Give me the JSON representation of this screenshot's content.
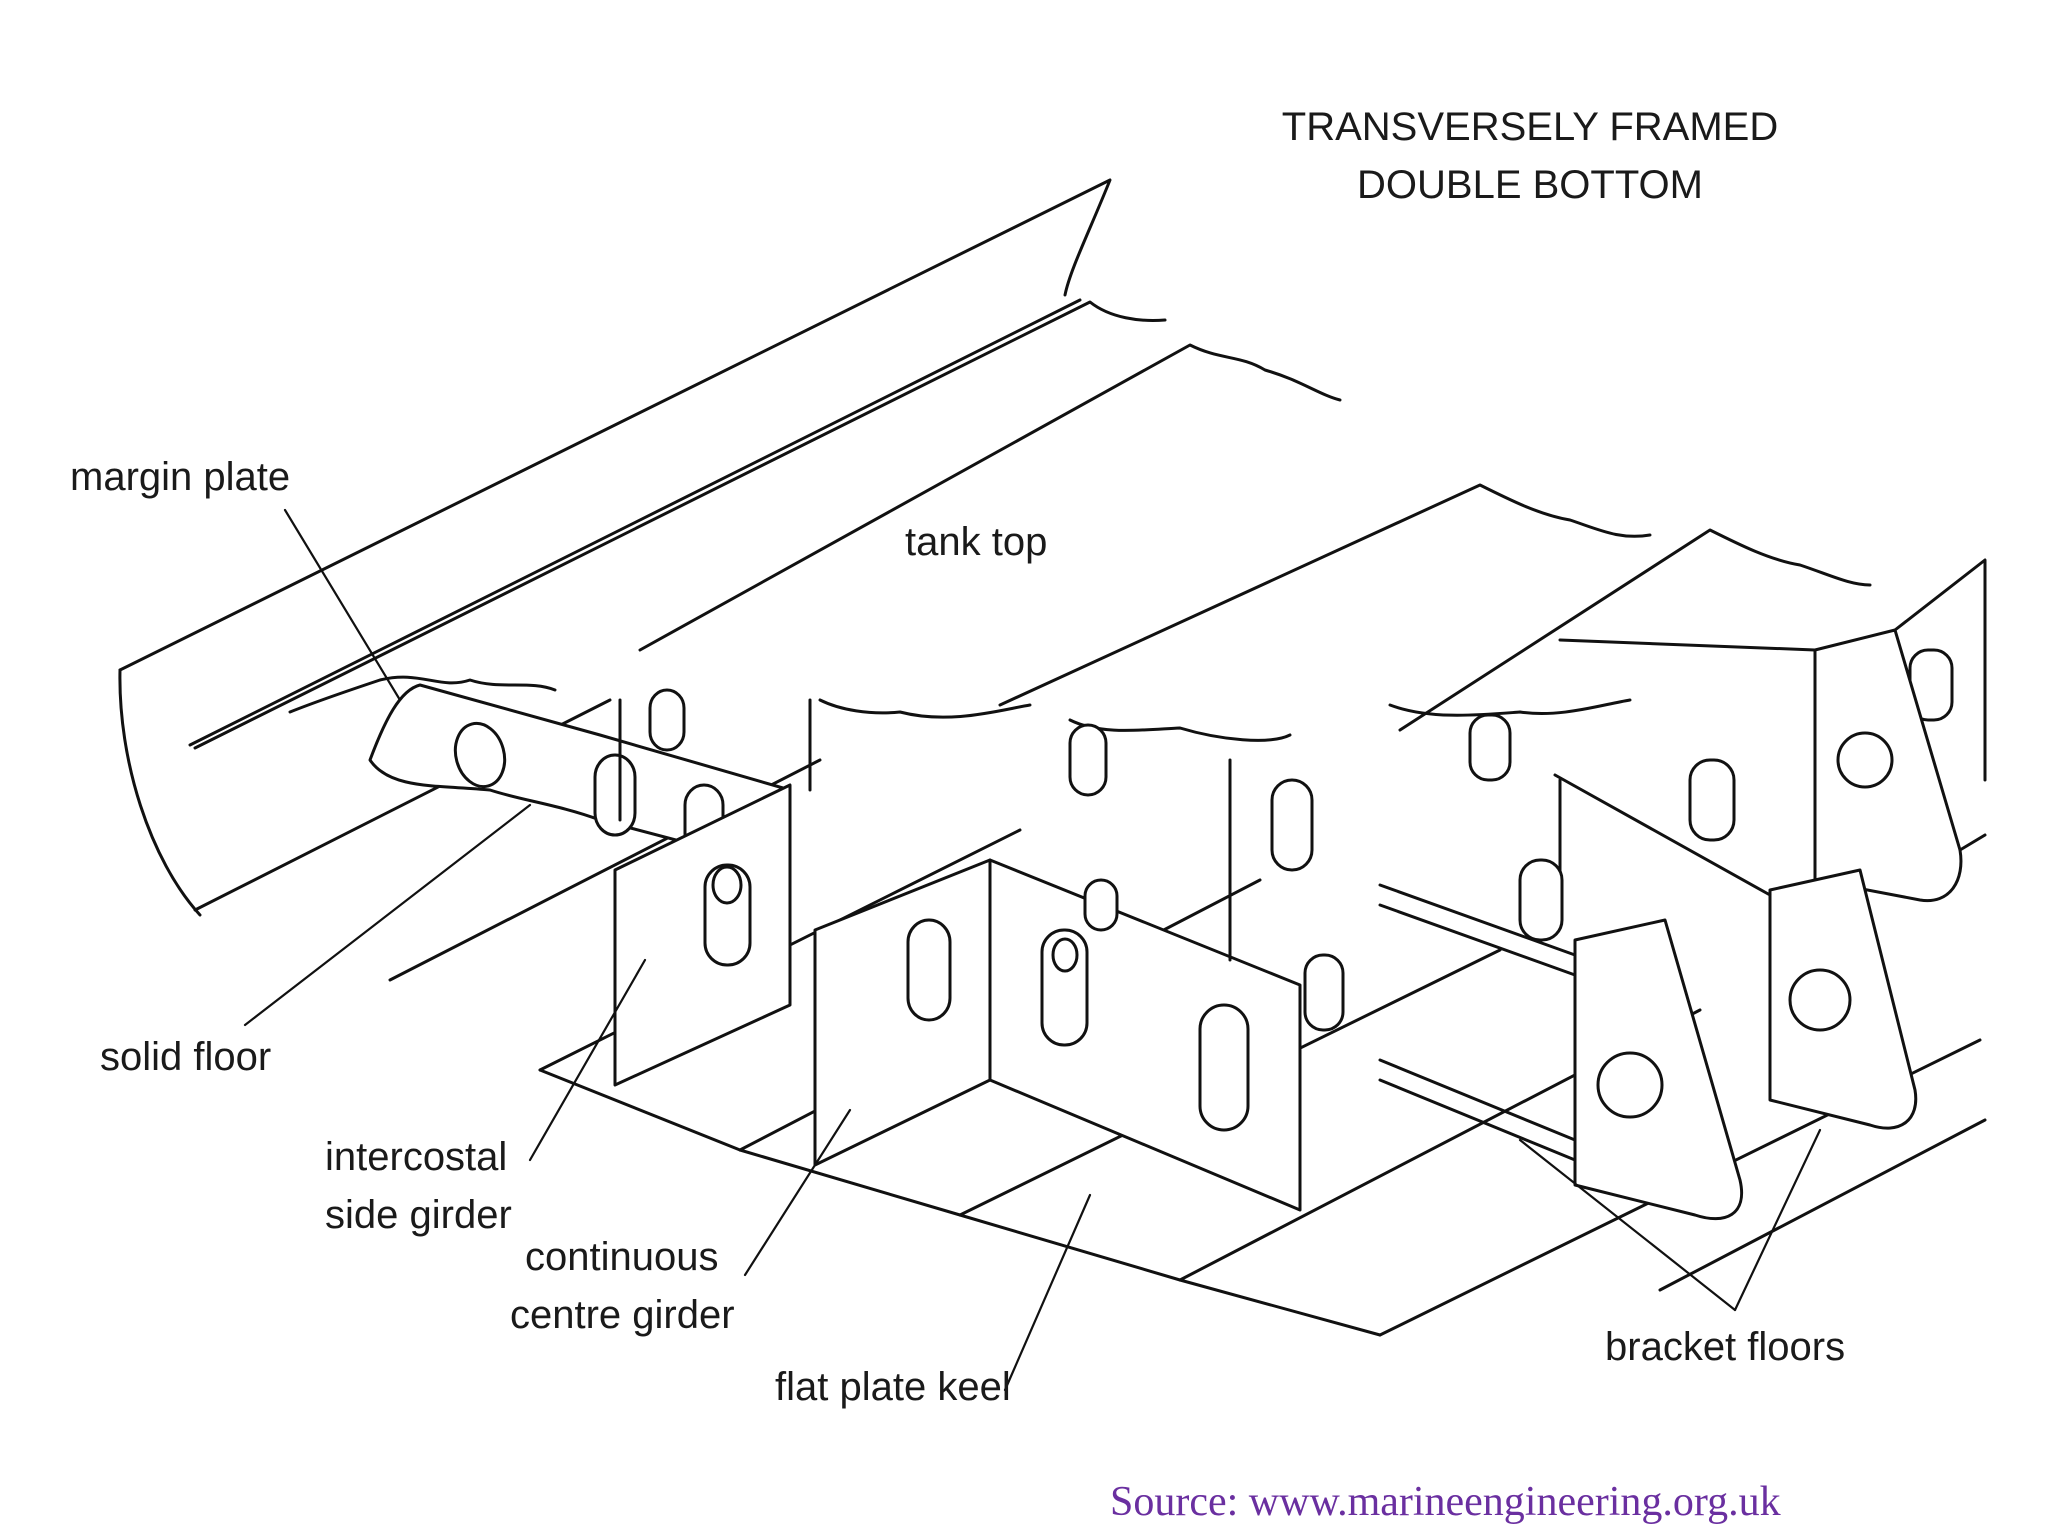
{
  "title": {
    "line1": "TRANSVERSELY FRAMED",
    "line2": "DOUBLE BOTTOM"
  },
  "labels": {
    "margin_plate": "margin plate",
    "tank_top": "tank top",
    "solid_floor": "solid floor",
    "intercostal_side_girder_1": "intercostal",
    "intercostal_side_girder_2": "side girder",
    "continuous_centre_girder_1": "continuous",
    "continuous_centre_girder_2": "centre girder",
    "flat_plate_keel": "flat plate keel",
    "bracket_floors": "bracket floors"
  },
  "source": "Source: www.marineengineering.org.uk",
  "colors": {
    "line": "#111111",
    "source_text": "#6a2fa0",
    "background": "#ffffff"
  }
}
